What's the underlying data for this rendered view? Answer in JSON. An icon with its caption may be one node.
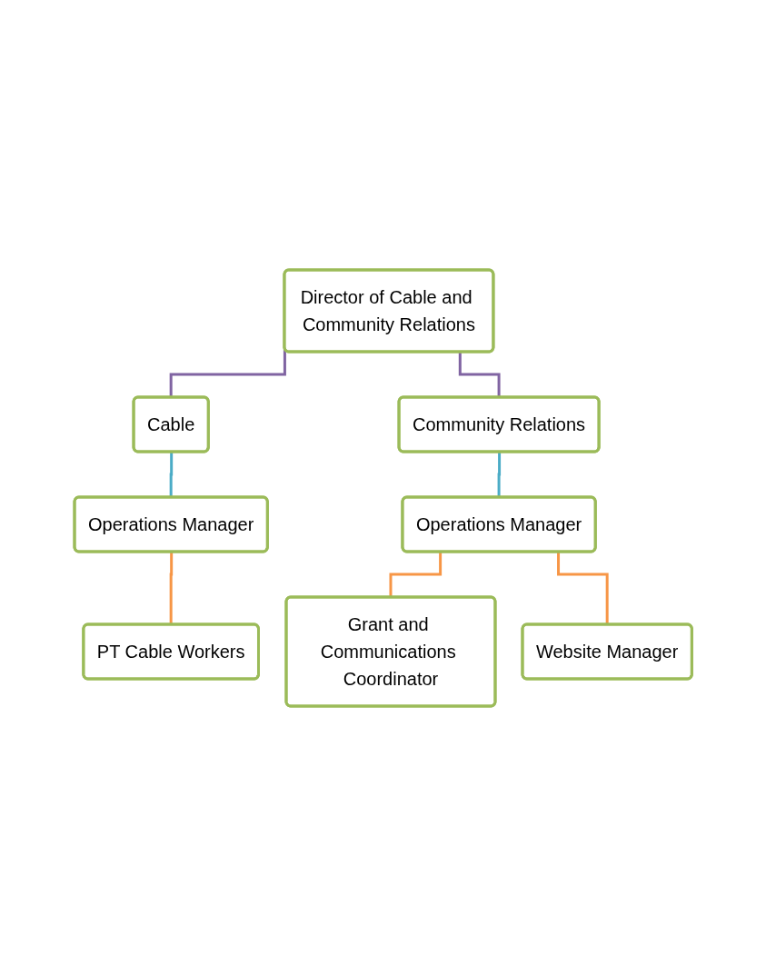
{
  "diagram": {
    "nodes": [
      {
        "text": [
          "Director of Cable and Community Relations"
        ]
      },
      {
        "text": [
          "Cable"
        ]
      },
      {
        "text": [
          "Community Relations"
        ]
      },
      {
        "text": [
          "Operations Manager"
        ]
      },
      {
        "text": [
          "Operations Manager"
        ]
      },
      {
        "text": [
          "PT Cable Workers"
        ]
      },
      {
        "text": [
          "Grant and Communications Coordinator"
        ]
      },
      {
        "text": [
          "Website Manager"
        ]
      }
    ],
    "edges": [
      {
        "from": 0,
        "to": 1,
        "arrow": "none",
        "color": "#8064a2"
      },
      {
        "from": 0,
        "to": 2,
        "arrow": "none",
        "color": "#8064a2"
      },
      {
        "from": 1,
        "to": 3,
        "arrow": "none",
        "color": "#4bacc6"
      },
      {
        "from": 2,
        "to": 4,
        "arrow": "none",
        "color": "#4bacc6"
      },
      {
        "from": 3,
        "to": 5,
        "arrow": "none",
        "color": "#f79646"
      },
      {
        "from": 4,
        "to": 6,
        "arrow": "none",
        "color": "#f79646"
      },
      {
        "from": 4,
        "to": 7,
        "arrow": "none",
        "color": "#f79646"
      }
    ]
  }
}
